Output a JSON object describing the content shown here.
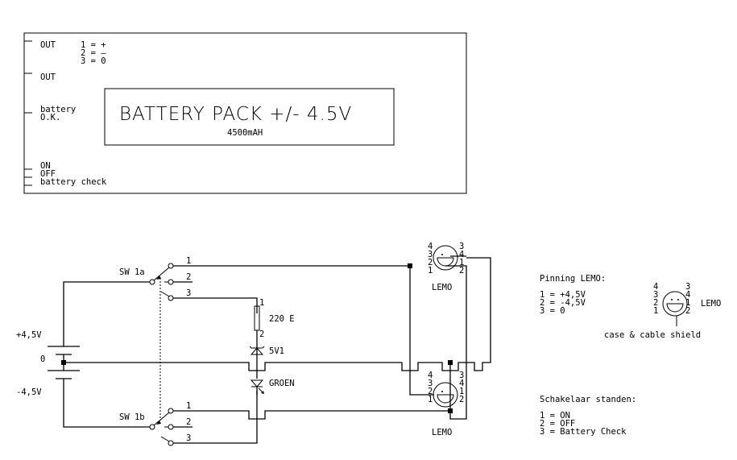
{
  "front_panel": {
    "title": "BATTERY PACK +/- 4.5V",
    "capacity": "4500mAH",
    "out1_label": "OUT",
    "out2_label": "OUT",
    "pin_legend": [
      "1 = +",
      "2 = –",
      "3 = 0"
    ],
    "battery_ok_label": [
      "battery",
      "O.K."
    ],
    "switch_labels": [
      "ON",
      "OFF",
      "battery check"
    ]
  },
  "schematic": {
    "battery": {
      "plus_label": "+4,5V",
      "zero_label": "0",
      "minus_label": "-4,5V"
    },
    "switch_a": {
      "label": "SW 1a",
      "positions": [
        "1",
        "2",
        "3"
      ]
    },
    "switch_b": {
      "label": "SW 1b",
      "positions": [
        "1",
        "2",
        "3"
      ]
    },
    "resistor": {
      "label": "220 E",
      "pin1": "1",
      "pin2": "2"
    },
    "zener": {
      "label": "5V1"
    },
    "led": {
      "label": "GROEN"
    },
    "lemo_top": {
      "label": "LEMO",
      "pins_left": [
        "4",
        "3",
        "2",
        "1"
      ],
      "pins_right": [
        "3",
        "4",
        "1",
        "2"
      ]
    },
    "lemo_bottom": {
      "label": "LEMO",
      "pins_left": [
        "4",
        "3",
        "2",
        "1"
      ],
      "pins_right": [
        "3",
        "4",
        "1",
        "2"
      ]
    }
  },
  "legend_pinning": {
    "title": "Pinning LEMO:",
    "lines": [
      "1 = +4,5V",
      "2 = -4,5V",
      "3 = 0"
    ],
    "connector_label": "LEMO",
    "pins_left": [
      "4",
      "3",
      "2",
      "1"
    ],
    "pins_right": [
      "3",
      "4",
      "1",
      "2"
    ],
    "shield_note": "case & cable shield"
  },
  "legend_switch": {
    "title": "Schakelaar standen:",
    "lines": [
      "1 = ON",
      "2 = OFF",
      "3 = Battery Check"
    ]
  }
}
